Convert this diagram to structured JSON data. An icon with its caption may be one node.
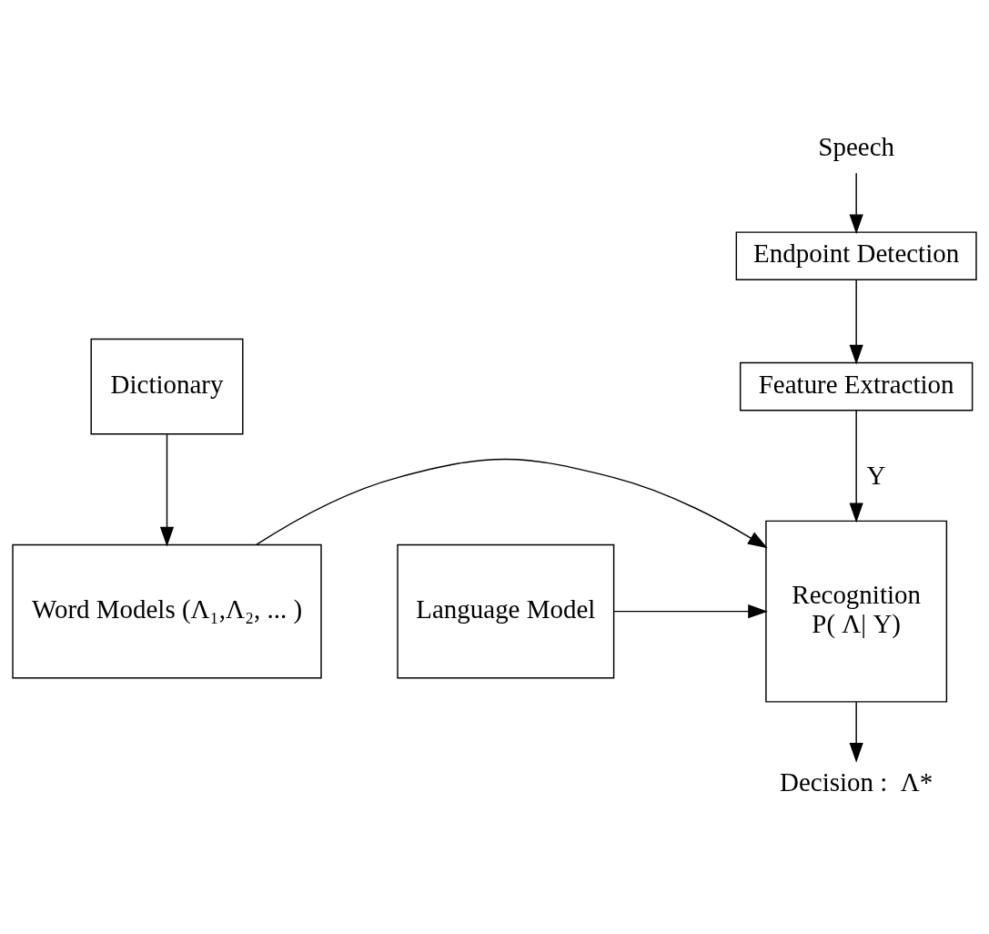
{
  "diagram": {
    "nodes": [
      {
        "text": [
          "Speech"
        ]
      },
      {
        "text": [
          "Endpoint Detection"
        ]
      },
      {
        "text": [
          "Feature Extraction"
        ]
      },
      {
        "text": [
          "Dictionary"
        ]
      },
      {
        "text": [
          "Word Models (Λ₁,Λ₂, ... )"
        ]
      },
      {
        "text": [
          "Recognition",
          "P( Λ| Y)"
        ]
      },
      {
        "text": [
          "Language Model"
        ]
      },
      {
        "text": [
          "Decision :  Λ*"
        ]
      }
    ],
    "edges": [
      {
        "from": 0,
        "to": 1,
        "arrow": "to"
      },
      {
        "from": 1,
        "to": 2,
        "arrow": "to"
      },
      {
        "from": 2,
        "to": 5,
        "arrow": "to",
        "label": "Y"
      },
      {
        "from": 3,
        "to": 4,
        "arrow": "to"
      },
      {
        "from": 4,
        "to": 5,
        "arrow": "to"
      },
      {
        "from": 6,
        "to": 5,
        "arrow": "to"
      },
      {
        "from": 5,
        "to": 7,
        "arrow": "to"
      }
    ]
  }
}
